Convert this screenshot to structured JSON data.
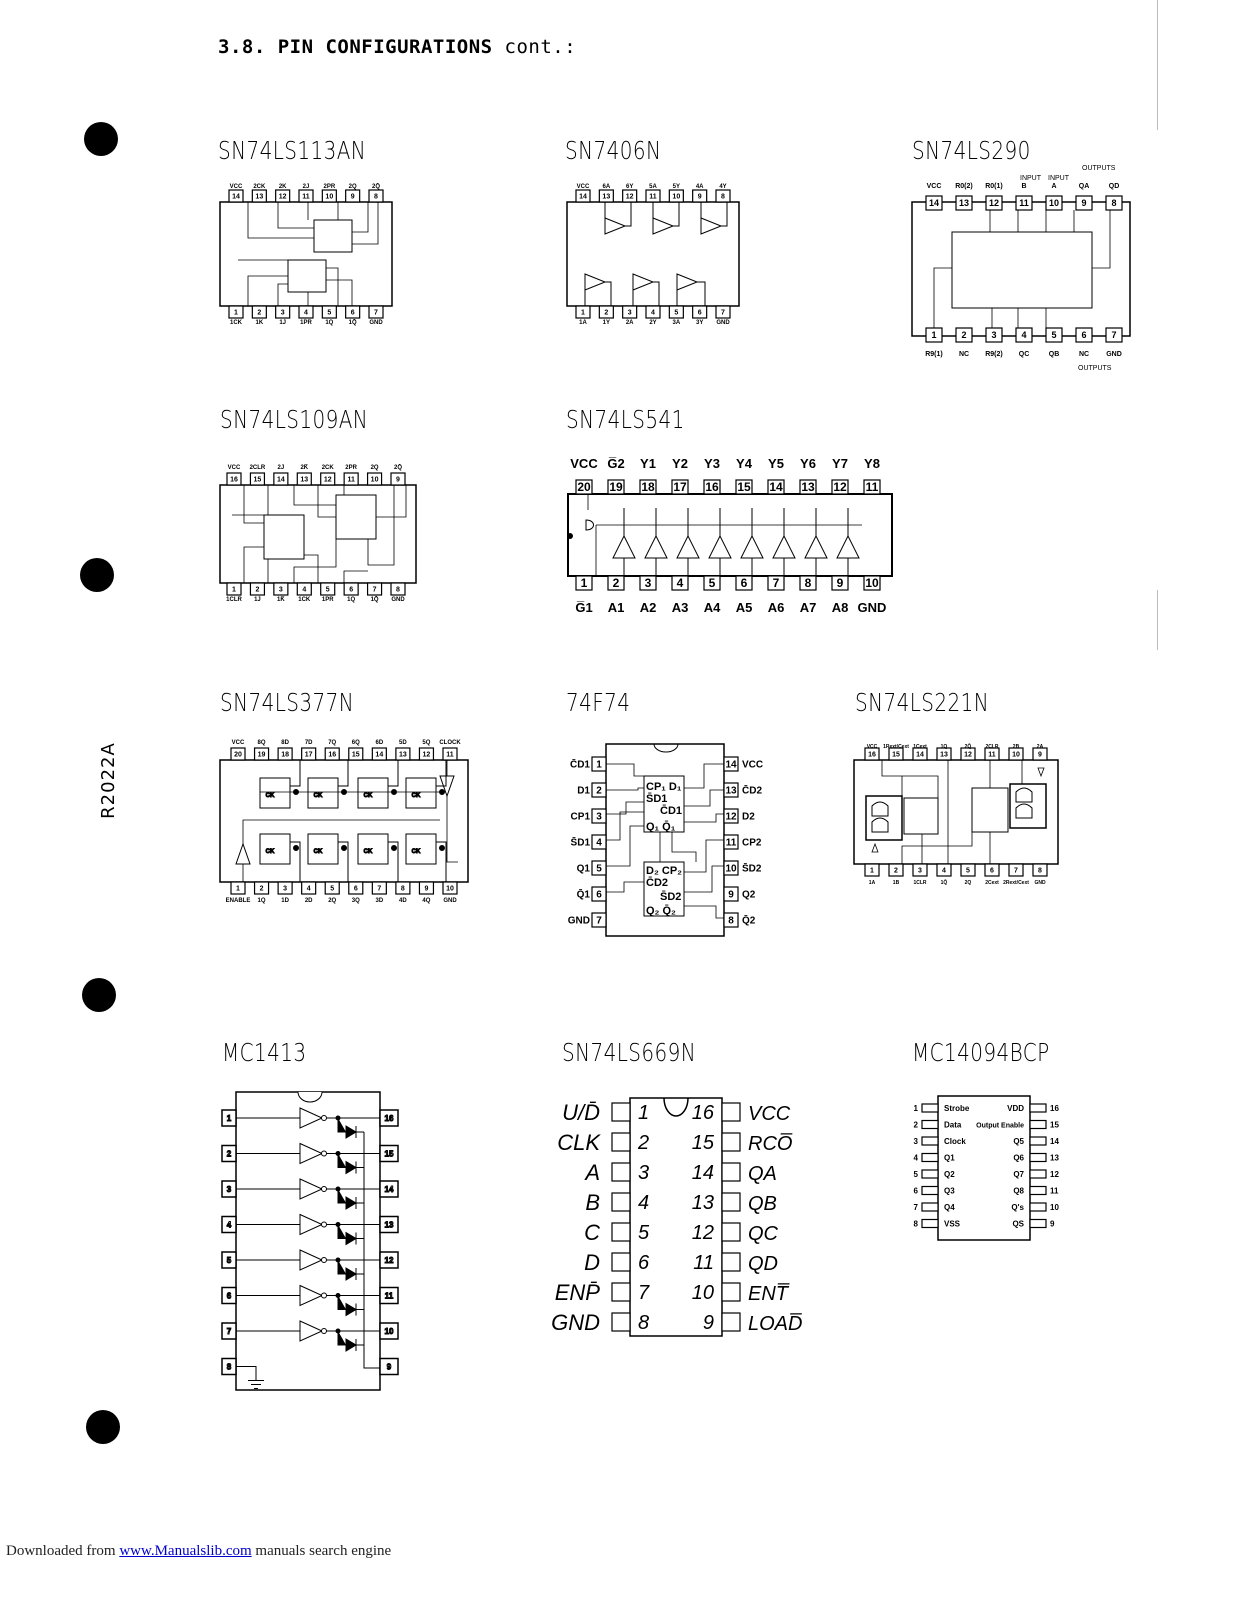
{
  "heading": {
    "bold": "3.8. PIN CONFIGURATIONS",
    "rest": " cont.:"
  },
  "side_code": "R2022A",
  "footer": {
    "prefix": "Downloaded from ",
    "link": "www.Manualslib.com",
    "suffix": " manuals search engine"
  },
  "chips": {
    "ls113": {
      "title": "SN74LS113AN",
      "top": [
        "VCC",
        "2CK",
        "2K",
        "2J",
        "2PR",
        "2Q",
        "2Q̄"
      ],
      "top_num": [
        "14",
        "13",
        "12",
        "11",
        "10",
        "9",
        "8"
      ],
      "bottom": [
        "1CK",
        "1K",
        "1J",
        "1PR",
        "1Q",
        "1Q̄",
        "GND"
      ],
      "bottom_num": [
        "1",
        "2",
        "3",
        "4",
        "5",
        "6",
        "7"
      ]
    },
    "s7406": {
      "title": "SN7406N",
      "top": [
        "VCC",
        "6A",
        "6Y",
        "5A",
        "5Y",
        "4A",
        "4Y"
      ],
      "top_num": [
        "14",
        "13",
        "12",
        "11",
        "10",
        "9",
        "8"
      ],
      "bottom": [
        "1A",
        "1Y",
        "2A",
        "2Y",
        "3A",
        "3Y",
        "GND"
      ],
      "bottom_num": [
        "1",
        "2",
        "3",
        "4",
        "5",
        "6",
        "7"
      ]
    },
    "ls290": {
      "title": "SN74LS290",
      "top": [
        "VCC",
        "R0(2)",
        "R0(1)",
        "B",
        "A",
        "QA",
        "QD"
      ],
      "top_num": [
        "14",
        "13",
        "12",
        "11",
        "10",
        "9",
        "8"
      ],
      "bottom": [
        "R9(1)",
        "NC",
        "R9(2)",
        "QC",
        "QB",
        "NC",
        "GND"
      ],
      "bottom_num": [
        "1",
        "2",
        "3",
        "4",
        "5",
        "6",
        "7"
      ],
      "outputs": "OUTPUTS",
      "input": "INPUT"
    },
    "ls109": {
      "title": "SN74LS109AN",
      "top": [
        "VCC",
        "2CLR",
        "2J",
        "2K̄",
        "2CK",
        "2PR",
        "2Q",
        "2Q̄"
      ],
      "top_num": [
        "16",
        "15",
        "14",
        "13",
        "12",
        "11",
        "10",
        "9"
      ],
      "bottom": [
        "1CLR",
        "1J",
        "1K̄",
        "1CK",
        "1PR",
        "1Q",
        "1Q̄",
        "GND"
      ],
      "bottom_num": [
        "1",
        "2",
        "3",
        "4",
        "5",
        "6",
        "7",
        "8"
      ]
    },
    "ls541": {
      "title": "SN74LS541",
      "top": [
        "VCC",
        "G̅2",
        "Y1",
        "Y2",
        "Y3",
        "Y4",
        "Y5",
        "Y6",
        "Y7",
        "Y8"
      ],
      "top_num": [
        "20",
        "19",
        "18",
        "17",
        "16",
        "15",
        "14",
        "13",
        "12",
        "11"
      ],
      "bottom": [
        "G̅1",
        "A1",
        "A2",
        "A3",
        "A4",
        "A5",
        "A6",
        "A7",
        "A8",
        "GND"
      ],
      "bottom_num": [
        "1",
        "2",
        "3",
        "4",
        "5",
        "6",
        "7",
        "8",
        "9",
        "10"
      ]
    },
    "ls377": {
      "title": "SN74LS377N",
      "top": [
        "VCC",
        "8Q",
        "8D",
        "7D",
        "7Q",
        "6Q",
        "6D",
        "5D",
        "5Q",
        "CLOCK"
      ],
      "top_num": [
        "20",
        "19",
        "18",
        "17",
        "16",
        "15",
        "14",
        "13",
        "12",
        "11"
      ],
      "bottom": [
        "ENABLE",
        "1Q",
        "1D",
        "2D",
        "2Q",
        "3Q",
        "3D",
        "4D",
        "4Q",
        "GND"
      ],
      "bottom_num": [
        "1",
        "2",
        "3",
        "4",
        "5",
        "6",
        "7",
        "8",
        "9",
        "10"
      ]
    },
    "f74": {
      "title": "74F74",
      "left": [
        "C̄D1",
        "D1",
        "CP1",
        "S̄D1",
        "Q1",
        "Q̄1",
        "GND"
      ],
      "left_num": [
        "1",
        "2",
        "3",
        "4",
        "5",
        "6",
        "7"
      ],
      "right": [
        "VCC",
        "C̄D2",
        "D2",
        "CP2",
        "S̄D2",
        "Q2",
        "Q̄2"
      ],
      "right_num": [
        "14",
        "13",
        "12",
        "11",
        "10",
        "9",
        "8"
      ]
    },
    "ls221": {
      "title": "SN74LS221N",
      "top": [
        "VCC",
        "1Rext/Cext",
        "1Cext",
        "1Q",
        "2Q̄",
        "2CLR",
        "2B",
        "2A"
      ],
      "top_num": [
        "16",
        "15",
        "14",
        "13",
        "12",
        "11",
        "10",
        "9"
      ],
      "bottom": [
        "1A",
        "1B",
        "1CLR",
        "1Q̄",
        "2Q",
        "2Cext",
        "2Rext/Cext",
        "GND"
      ],
      "bottom_num": [
        "1",
        "2",
        "3",
        "4",
        "5",
        "6",
        "7",
        "8"
      ]
    },
    "mc1413": {
      "title": "MC1413",
      "left_num": [
        "1",
        "2",
        "3",
        "4",
        "5",
        "6",
        "7",
        "8"
      ],
      "right_num": [
        "16",
        "15",
        "14",
        "13",
        "12",
        "11",
        "10",
        "9"
      ]
    },
    "ls669": {
      "title": "SN74LS669N",
      "left": [
        "U/D̄",
        "CLK",
        "A",
        "B",
        "C",
        "D",
        "ENP̄",
        "GND"
      ],
      "left_num": [
        "1",
        "2",
        "3",
        "4",
        "5",
        "6",
        "7",
        "8"
      ],
      "right": [
        "VCC",
        "RCO̅",
        "QA",
        "QB",
        "QC",
        "QD",
        "ENT̅",
        "LOAD̅"
      ],
      "right_num": [
        "16",
        "15",
        "14",
        "13",
        "12",
        "11",
        "10",
        "9"
      ]
    },
    "mc14094": {
      "title": "MC14094BCP",
      "left": [
        "Strobe",
        "Data",
        "Clock",
        "Q1",
        "Q2",
        "Q3",
        "Q4",
        "VSS"
      ],
      "left_num": [
        "1",
        "2",
        "3",
        "4",
        "5",
        "6",
        "7",
        "8"
      ],
      "right": [
        "VDD",
        "Output Enable",
        "Q5",
        "Q6",
        "Q7",
        "Q8",
        "Q's",
        "QS"
      ],
      "right_num": [
        "16",
        "15",
        "14",
        "13",
        "12",
        "11",
        "10",
        "9"
      ]
    }
  }
}
